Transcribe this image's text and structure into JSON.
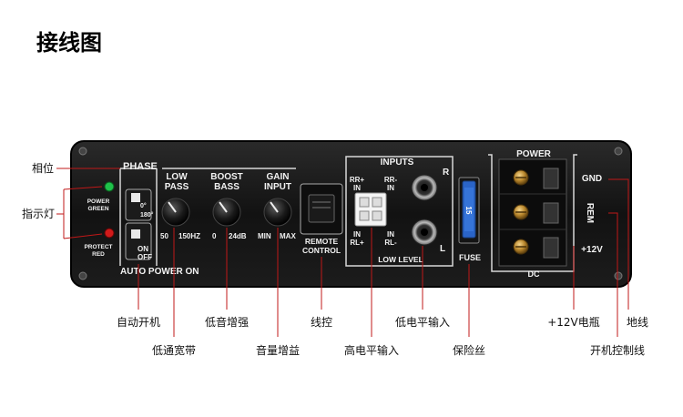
{
  "title": "接线图",
  "panel": {
    "phase_label": "PHASE",
    "phase_0": "0°",
    "phase_180": "180°",
    "power_green": [
      "POWER",
      "GREEN"
    ],
    "protect_red": [
      "PROTECT",
      "RED"
    ],
    "on": "ON",
    "off": "OFF",
    "auto_power_on": "AUTO POWER ON",
    "low_pass": [
      "LOW",
      "PASS"
    ],
    "low_pass_min": "50",
    "low_pass_max": "150HZ",
    "boost_bass": [
      "BOOST",
      "BASS"
    ],
    "boost_min": "0",
    "boost_max": "24dB",
    "gain_input": [
      "GAIN",
      "INPUT"
    ],
    "gain_min": "MIN",
    "gain_max": "MAX",
    "remote_control": [
      "REMOTE",
      "CONTROL"
    ],
    "inputs": "INPUTS",
    "rr_plus_in": [
      "RR+",
      "IN"
    ],
    "rr_minus_in": [
      "RR-",
      "IN"
    ],
    "in_rl_plus": [
      "IN",
      "RL+"
    ],
    "in_rl_minus": [
      "IN",
      "RL-"
    ],
    "r": "R",
    "l": "L",
    "low_level": "LOW LEVEL",
    "fuse": "FUSE",
    "fuse_rating": "15",
    "power": "POWER",
    "dc": "DC",
    "gnd": "GND",
    "rem": "REM",
    "plus12v": "+12V"
  },
  "callouts": {
    "phase": "相位",
    "indicator": "指示灯",
    "auto_on": "自动开机",
    "low_pass": "低通宽带",
    "bass_boost": "低音增强",
    "gain": "音量增益",
    "remote": "线控",
    "high_level": "高电平输入",
    "low_level": "低电平输入",
    "fuse": "保险丝",
    "power12v": "+12V电瓶",
    "ground": "地线",
    "remote_wire": "开机控制线"
  }
}
